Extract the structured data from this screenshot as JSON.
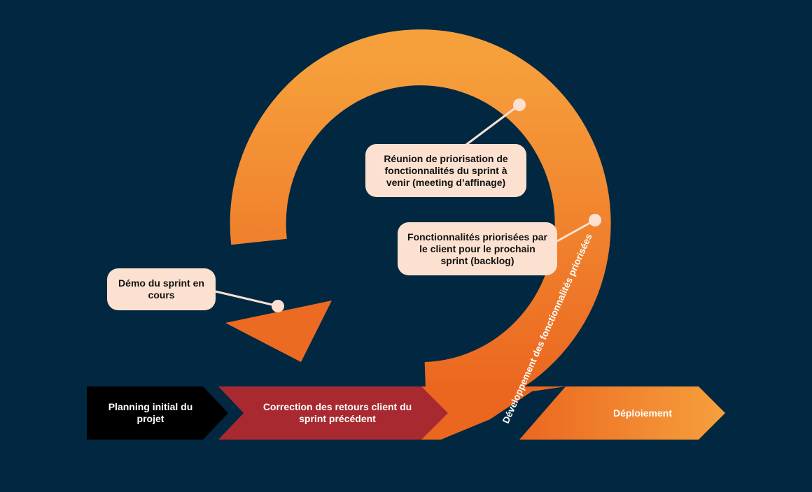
{
  "colors": {
    "background": "#012840",
    "callout_bg": "#FCE1D1",
    "stage_black": "#000000",
    "stage_red": "#A8292F",
    "orange_light": "#F6A03C",
    "orange_dark": "#EB6720",
    "connector": "#FCE1D1"
  },
  "stages": {
    "planning": "Planning initial du projet",
    "correction": "Correction des retours client du sprint précédent",
    "deploiement": "Déploiement"
  },
  "loop_label": "Développement des fonctionnalités priorisées",
  "callouts": {
    "reunion": "Réunion de priorisation de fonctionnalités du sprint à venir (meeting d’affinage)",
    "backlog": "Fonctionnalités priorisées par le client pour le prochain sprint (backlog)",
    "demo": "Démo du sprint en cours"
  }
}
